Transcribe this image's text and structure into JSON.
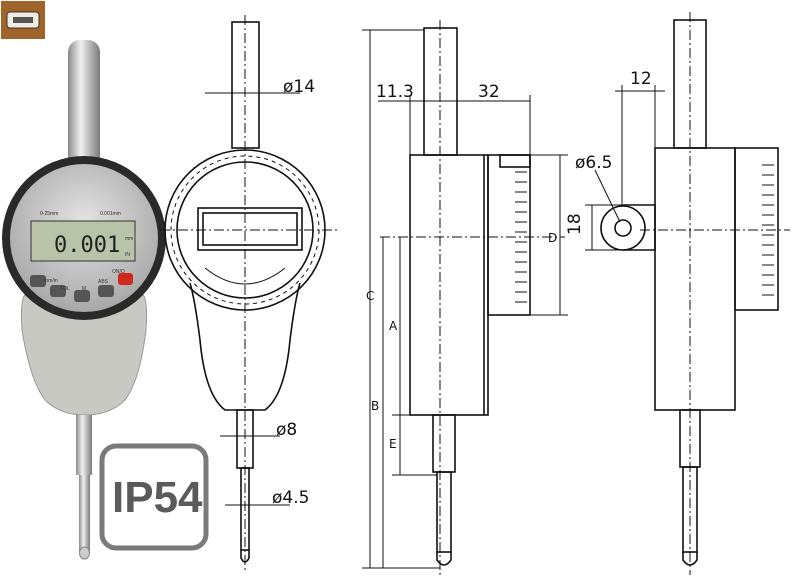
{
  "product_photo": {
    "display_value": "0.001",
    "display_unit": "mm",
    "display_sub": "IN",
    "range_label": "0-25mm",
    "resolution_label": "0.001mm",
    "buttons": [
      "mm/in",
      "TOL",
      "M",
      "ABS",
      "ON/O"
    ]
  },
  "badge": {
    "text": "IP54"
  },
  "dimensions": {
    "stem_diameter": "ø14",
    "spindle_diameter": "ø8",
    "tip_diameter": "ø4.5",
    "offset": "11.3",
    "depth": "32",
    "lug_offset": "12",
    "lug_hole": "ø6.5",
    "lug_height": "18",
    "label_a": "A",
    "label_b": "B",
    "label_c": "C",
    "label_d": "D",
    "label_e": "E"
  },
  "colors": {
    "usb_icon_bg": "#a0642a",
    "badge_border": "#7a7a7c",
    "button_red": "#d0281e"
  }
}
